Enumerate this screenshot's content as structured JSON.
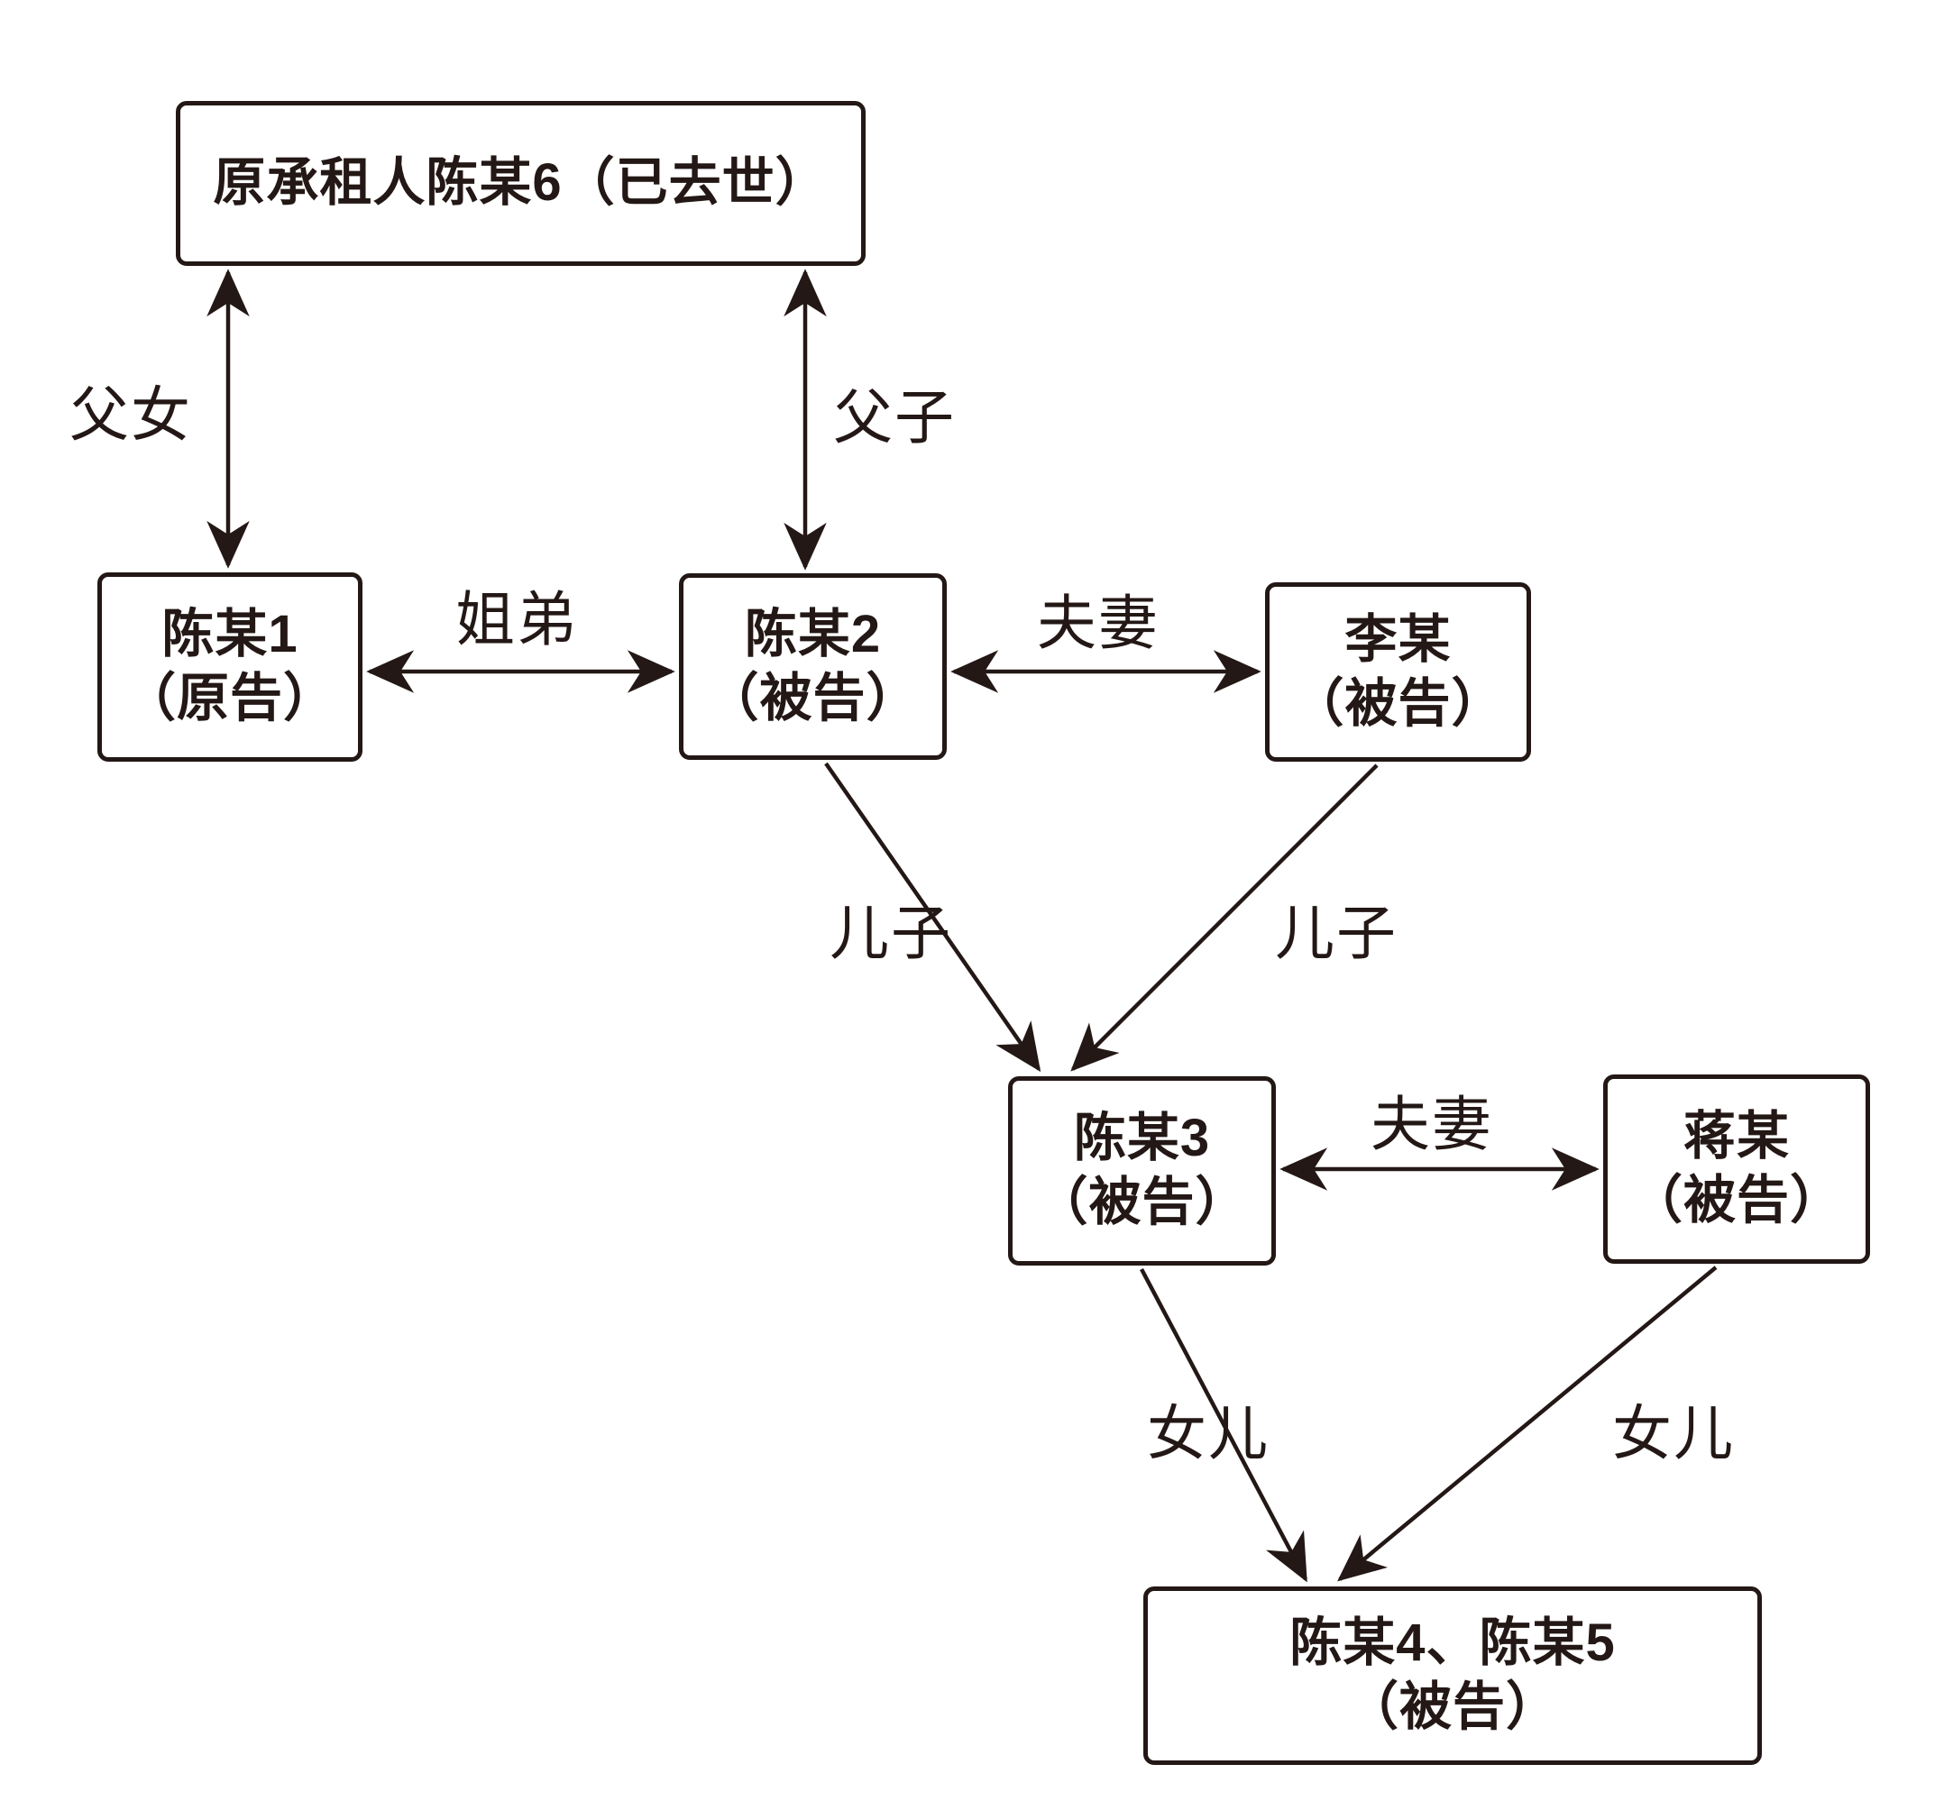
{
  "diagram": {
    "nodes": {
      "tenant": {
        "label": "原承租人陈某6（已去世）"
      },
      "chen1": {
        "name": "陈某1",
        "role": "（原告）"
      },
      "chen2": {
        "name": "陈某2",
        "role": "（被告）"
      },
      "li": {
        "name": "李某",
        "role": "（被告）"
      },
      "chen3": {
        "name": "陈某3",
        "role": "（被告）"
      },
      "jiang": {
        "name": "蒋某",
        "role": "（被告）"
      },
      "chen45": {
        "name": "陈某4、陈某5",
        "role": "（被告）"
      }
    },
    "edges": {
      "father_daughter": "父女",
      "father_son": "父子",
      "sister_brother": "姐弟",
      "husband_wife_1": "夫妻",
      "son_left": "儿子",
      "son_right": "儿子",
      "husband_wife_2": "夫妻",
      "daughter_left": "女儿",
      "daughter_right": "女儿"
    },
    "colors": {
      "ink": "#231815",
      "background": "#ffffff"
    }
  }
}
